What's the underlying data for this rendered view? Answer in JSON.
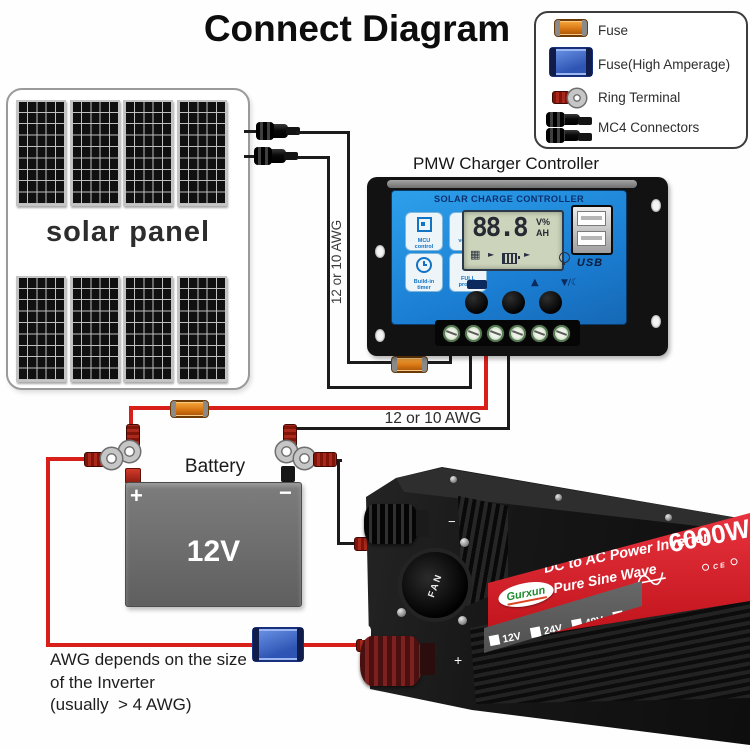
{
  "title": "Connect Diagram",
  "legend": {
    "items": [
      {
        "icon": "fuse-icon",
        "label": "Fuse"
      },
      {
        "icon": "fuse-high-amperage-icon",
        "label": "Fuse(High Amperage)"
      },
      {
        "icon": "ring-terminal-icon",
        "label": "Ring Terminal"
      },
      {
        "icon": "mc4-connectors-icon",
        "label": "MC4 Connectors"
      }
    ]
  },
  "solar_panel": {
    "label": "solar panel"
  },
  "controller": {
    "label": "PMW Charger Controller",
    "header": "SOLAR CHARGE CONTROLLER",
    "lcd": {
      "value": "88.8",
      "unit_top": "V%",
      "unit_bottom": "AH",
      "icons": {
        "panel": "▦",
        "arrow": "►"
      }
    },
    "features": [
      {
        "label": "MCU\ncontrol"
      },
      {
        "label": "SET\nvoltage"
      },
      {
        "label": "Build-in\ntimer"
      },
      {
        "label": "FULL\nprotect"
      }
    ],
    "indicators": {
      "up": "▲",
      "down_night": "▼/☾"
    },
    "usb_label": "USB"
  },
  "wiring": {
    "awg_solar": "12 or 10 AWG",
    "awg_battery": "12 or 10 AWG"
  },
  "battery": {
    "label": "Battery",
    "voltage": "12V",
    "positive": "+",
    "negative": "−"
  },
  "inverter": {
    "brand": "Gurxun",
    "title_line1": "DC to AC Power Inverter",
    "title_line2": "Pure Sine Wave",
    "power": "6000W",
    "fan_label": "FAN",
    "ce_mark": "CE",
    "voltage_options": [
      "12V",
      "24V",
      "48V",
      "60V"
    ],
    "negative": "−",
    "positive": "+"
  },
  "note": {
    "line1": "AWG depends on the size",
    "line2": "of the Inverter",
    "line3": "(usually  > 4 AWG)"
  },
  "colors": {
    "wire_red": "#d81f1a",
    "wire_black": "#1b1b1b",
    "controller_blue": "#1b7fd4",
    "inverter_red": "#c81420",
    "fuse_orange": "#d87714",
    "fuse_blue": "#2f55b4"
  }
}
